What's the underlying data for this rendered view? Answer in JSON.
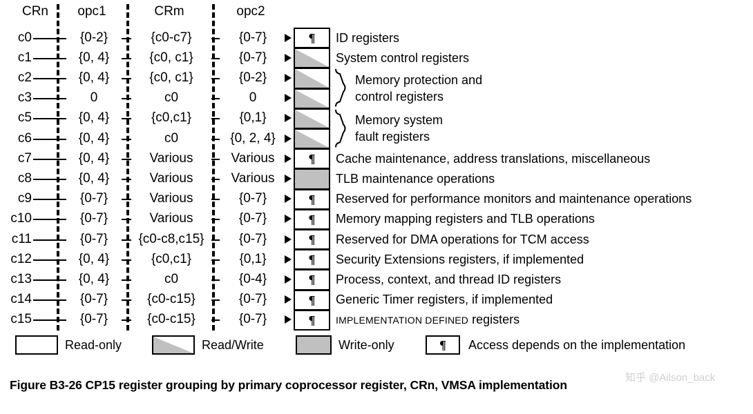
{
  "figure": {
    "caption": "Figure B3-26 CP15 register grouping by primary coprocessor register, CRn, VMSA implementation",
    "watermark": "知乎 @Ailson_back"
  },
  "columns": {
    "crn": "CRn",
    "opc1": "opc1",
    "crm": "CRm",
    "opc2": "opc2"
  },
  "rows": [
    {
      "crn": "c0",
      "opc1": "{0-2}",
      "crm": "{c0-c7}",
      "opc2": "{0-7}",
      "access": "impl",
      "access_glyph": "¶",
      "description": "ID registers",
      "description_style": "normal"
    },
    {
      "crn": "c1",
      "opc1": "{0, 4}",
      "crm": "{c0, c1}",
      "opc2": "{0-7}",
      "access": "rw",
      "access_glyph": "",
      "description": "System control registers",
      "description_style": "normal"
    },
    {
      "crn": "c2",
      "opc1": "{0, 4}",
      "crm": "{c0, c1}",
      "opc2": "{0-2}",
      "access": "rw",
      "access_glyph": "",
      "description": "",
      "description_style": "normal"
    },
    {
      "crn": "c3",
      "opc1": "0",
      "crm": "c0",
      "opc2": "0",
      "access": "rw",
      "access_glyph": "",
      "description": "",
      "description_style": "normal"
    },
    {
      "crn": "c5",
      "opc1": "{0, 4}",
      "crm": "{c0,c1}",
      "opc2": "{0,1}",
      "access": "rw",
      "access_glyph": "",
      "description": "",
      "description_style": "normal"
    },
    {
      "crn": "c6",
      "opc1": "{0, 4}",
      "crm": "c0",
      "opc2": "{0, 2, 4}",
      "access": "rw",
      "access_glyph": "",
      "description": "",
      "description_style": "normal"
    },
    {
      "crn": "c7",
      "opc1": "{0, 4}",
      "crm": "Various",
      "opc2": "Various",
      "access": "impl",
      "access_glyph": "¶",
      "description": "Cache maintenance, address translations, miscellaneous",
      "description_style": "normal"
    },
    {
      "crn": "c8",
      "opc1": "{0, 4}",
      "crm": "Various",
      "opc2": "Various",
      "access": "wo",
      "access_glyph": "",
      "description": "TLB maintenance operations",
      "description_style": "normal"
    },
    {
      "crn": "c9",
      "opc1": "{0-7}",
      "crm": "Various",
      "opc2": "{0-7}",
      "access": "impl",
      "access_glyph": "¶",
      "description": "Reserved for performance monitors and maintenance operations",
      "description_style": "normal"
    },
    {
      "crn": "c10",
      "opc1": "{0-7}",
      "crm": "Various",
      "opc2": "{0-7}",
      "access": "impl",
      "access_glyph": "¶",
      "description": "Memory mapping registers and TLB operations",
      "description_style": "normal"
    },
    {
      "crn": "c11",
      "opc1": "{0-7}",
      "crm": "{c0-c8,c15}",
      "opc2": "{0-7}",
      "access": "impl",
      "access_glyph": "¶",
      "description": "Reserved for DMA operations for TCM access",
      "description_style": "normal"
    },
    {
      "crn": "c12",
      "opc1": "{0, 4}",
      "crm": "{c0,c1}",
      "opc2": "{0,1}",
      "access": "impl",
      "access_glyph": "¶",
      "description": "Security Extensions registers, if implemented",
      "description_style": "normal"
    },
    {
      "crn": "c13",
      "opc1": "{0, 4}",
      "crm": "c0",
      "opc2": "{0-4}",
      "access": "impl",
      "access_glyph": "¶",
      "description": "Process, context, and thread ID registers",
      "description_style": "normal"
    },
    {
      "crn": "c14",
      "opc1": "{0-7}",
      "crm": "{c0-c15}",
      "opc2": "{0-7}",
      "access": "impl",
      "access_glyph": "¶",
      "description": "Generic Timer registers, if implemented",
      "description_style": "normal"
    },
    {
      "crn": "c15",
      "opc1": "{0-7}",
      "crm": "{c0-c15}",
      "opc2": "{0-7}",
      "access": "impl",
      "access_glyph": "¶",
      "description": "",
      "description_style": "smallcaps",
      "description_caps": "IMPLEMENTATION DEFINED",
      "description_rest": " registers"
    }
  ],
  "groups": [
    {
      "label_line1": "Memory protection and",
      "label_line2": "control registers",
      "from_row": "c2",
      "to_row": "c3"
    },
    {
      "label_line1": "Memory system",
      "label_line2": "fault registers",
      "from_row": "c5",
      "to_row": "c6"
    }
  ],
  "legend": [
    {
      "kind": "ro",
      "glyph": "",
      "label": "Read-only"
    },
    {
      "kind": "rw",
      "glyph": "",
      "label": "Read/Write"
    },
    {
      "kind": "wo",
      "glyph": "",
      "label": "Write-only"
    },
    {
      "kind": "impl",
      "glyph": "¶",
      "label": "Access depends on the implementation"
    }
  ],
  "colors": {
    "gray_fill": "#c0c0c0",
    "line": "#000000",
    "background": "#ffffff",
    "watermark": "#cfcfcf"
  }
}
